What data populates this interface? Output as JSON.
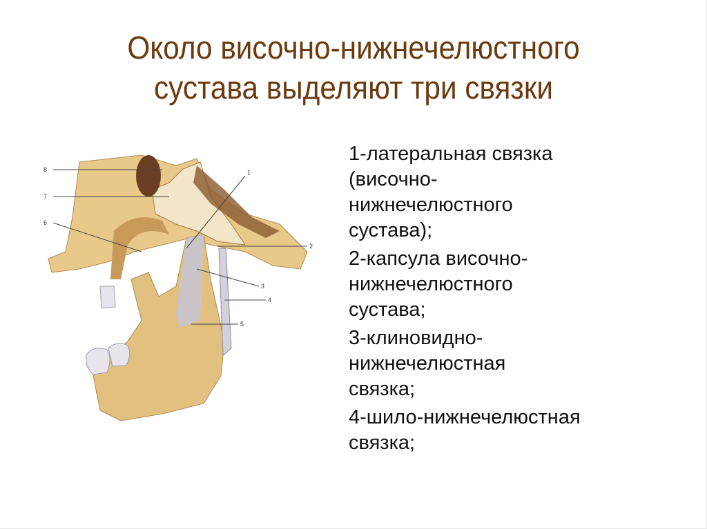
{
  "slide": {
    "title_line1": "Около височно-нижнечелюстного",
    "title_line2": "сустава выделяют три связки",
    "title_color": "#6b3a0e",
    "text_color": "#111111"
  },
  "figure": {
    "description": "Anatomical illustration of temporomandibular joint ligaments (lateral/medial view of skull and mandible)",
    "labels": [
      "1",
      "2",
      "3",
      "4",
      "5",
      "6",
      "7",
      "8"
    ]
  },
  "list": {
    "items": [
      {
        "lines": [
          "1-латеральная связка",
          "(височно-",
          "нижнечелюстного",
          "сустава);"
        ]
      },
      {
        "lines": [
          "2-капсула височно-",
          "нижнечелюстного",
          "сустава;"
        ]
      },
      {
        "lines": [
          "3-клиновидно-",
          "нижнечелюстная",
          "связка;"
        ]
      },
      {
        "lines": [
          "4-шило-нижнечелюстная",
          "связка;"
        ]
      }
    ]
  }
}
